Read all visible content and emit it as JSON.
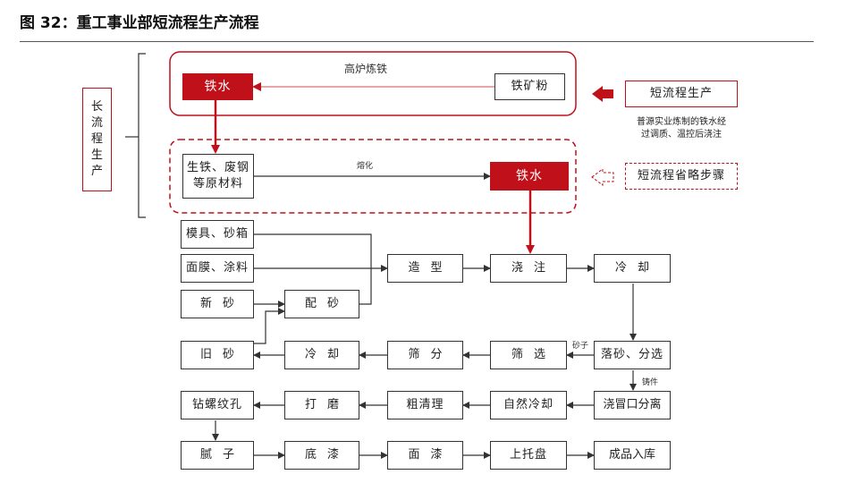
{
  "title": "图 32：重工事业部短流程生产流程",
  "colors": {
    "accent": "#c0101a",
    "line": "#333333"
  },
  "long_process": {
    "label": [
      "长",
      "流",
      "程",
      "生",
      "产"
    ]
  },
  "top_group": {
    "label": "高炉炼铁",
    "iron_water": "铁水",
    "iron_ore": "铁矿粉"
  },
  "second_group": {
    "raw_materials": [
      "生铁、废钢",
      "等原材料"
    ],
    "melt_label": "熔化",
    "iron_water": "铁水"
  },
  "short_process": {
    "label": "短流程生产",
    "note": [
      "普源实业炼制的铁水经",
      "过调质、温控后浇注"
    ]
  },
  "short_skip": {
    "label": "短流程省略步骤"
  },
  "steps": {
    "mold_box": "模具、砂箱",
    "coating": "面膜、涂料",
    "new_sand": "新砂",
    "mix_sand": "配砂",
    "molding": "造型",
    "pouring": "浇注",
    "cooling1": "冷却",
    "old_sand": "旧砂",
    "cooling2": "冷却",
    "sieving": "筛分",
    "screening": "筛选",
    "shakeout": "落砂、分选",
    "sand_label": "砂子",
    "casting_label": "铸件",
    "drilling": "钻螺纹孔",
    "grinding": "打磨",
    "rough_clean": "粗清理",
    "natural_cool": "自然冷却",
    "riser_sep": "浇冒口分离",
    "putty": "腻子",
    "primer": "底漆",
    "topcoat": "面漆",
    "pallet": "上托盘",
    "storage": "成品入库"
  }
}
